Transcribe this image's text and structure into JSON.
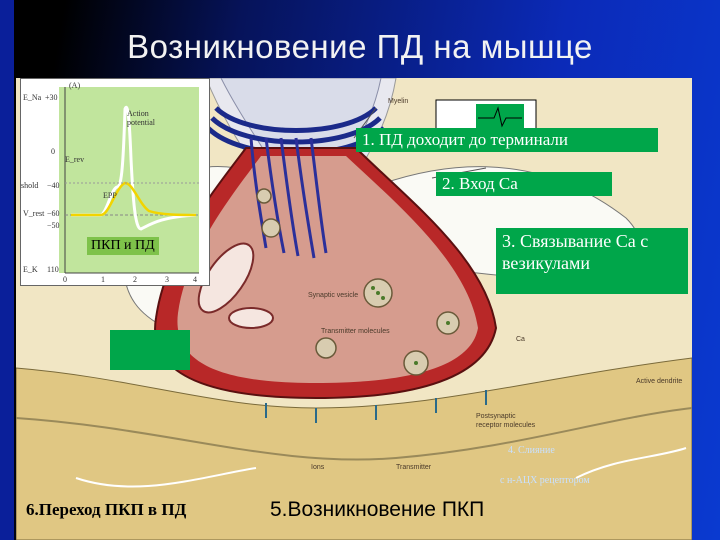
{
  "slide": {
    "title": "Возникновение ПД на мышце"
  },
  "inset": {
    "panel_letter": "(A)",
    "y_axis": {
      "labels": [
        "E_Na",
        "+30",
        "0",
        "E_rev",
        "−40",
        "shold",
        "V_rest",
        "−60",
        "−50",
        "E_K",
        "110"
      ],
      "ticks": [
        "+30",
        "0",
        "−40",
        "−60",
        "−50",
        "110"
      ]
    },
    "x_ticks": [
      "0",
      "1",
      "2",
      "3",
      "4"
    ],
    "action_potential_label": "Action potential",
    "epp_small_label": "EPP",
    "caption": "ПКП и ПД"
  },
  "steps": {
    "s1": "1. ПД доходит до терминали",
    "s2": "2. Вход Ca",
    "s3": "3. Связывание Ca с везикулами",
    "s4_line1": "4. Слияние",
    "s4_line2": "с н-АЦХ рецептором",
    "s5": "5.Возникновение ПКП",
    "s6": "6.Переход ПКП в ПД"
  },
  "figure_labels": {
    "myelin": "Myelin",
    "synaptic_vesicle": "Synaptic vesicle",
    "transmitter_molecules": "Transmitter molecules",
    "ca": "Ca",
    "active_dendrite": "Active dendrite",
    "ions": "Ions",
    "transmitter": "Transmitter",
    "postsynaptic": "Postsynaptic",
    "receptor_molecules": "receptor molecules"
  },
  "colors": {
    "slide_bg": "#0a2ab8",
    "step_box": "#00a64a",
    "step_text": "#ffffff",
    "figure_bg": "#f1e6c4"
  }
}
